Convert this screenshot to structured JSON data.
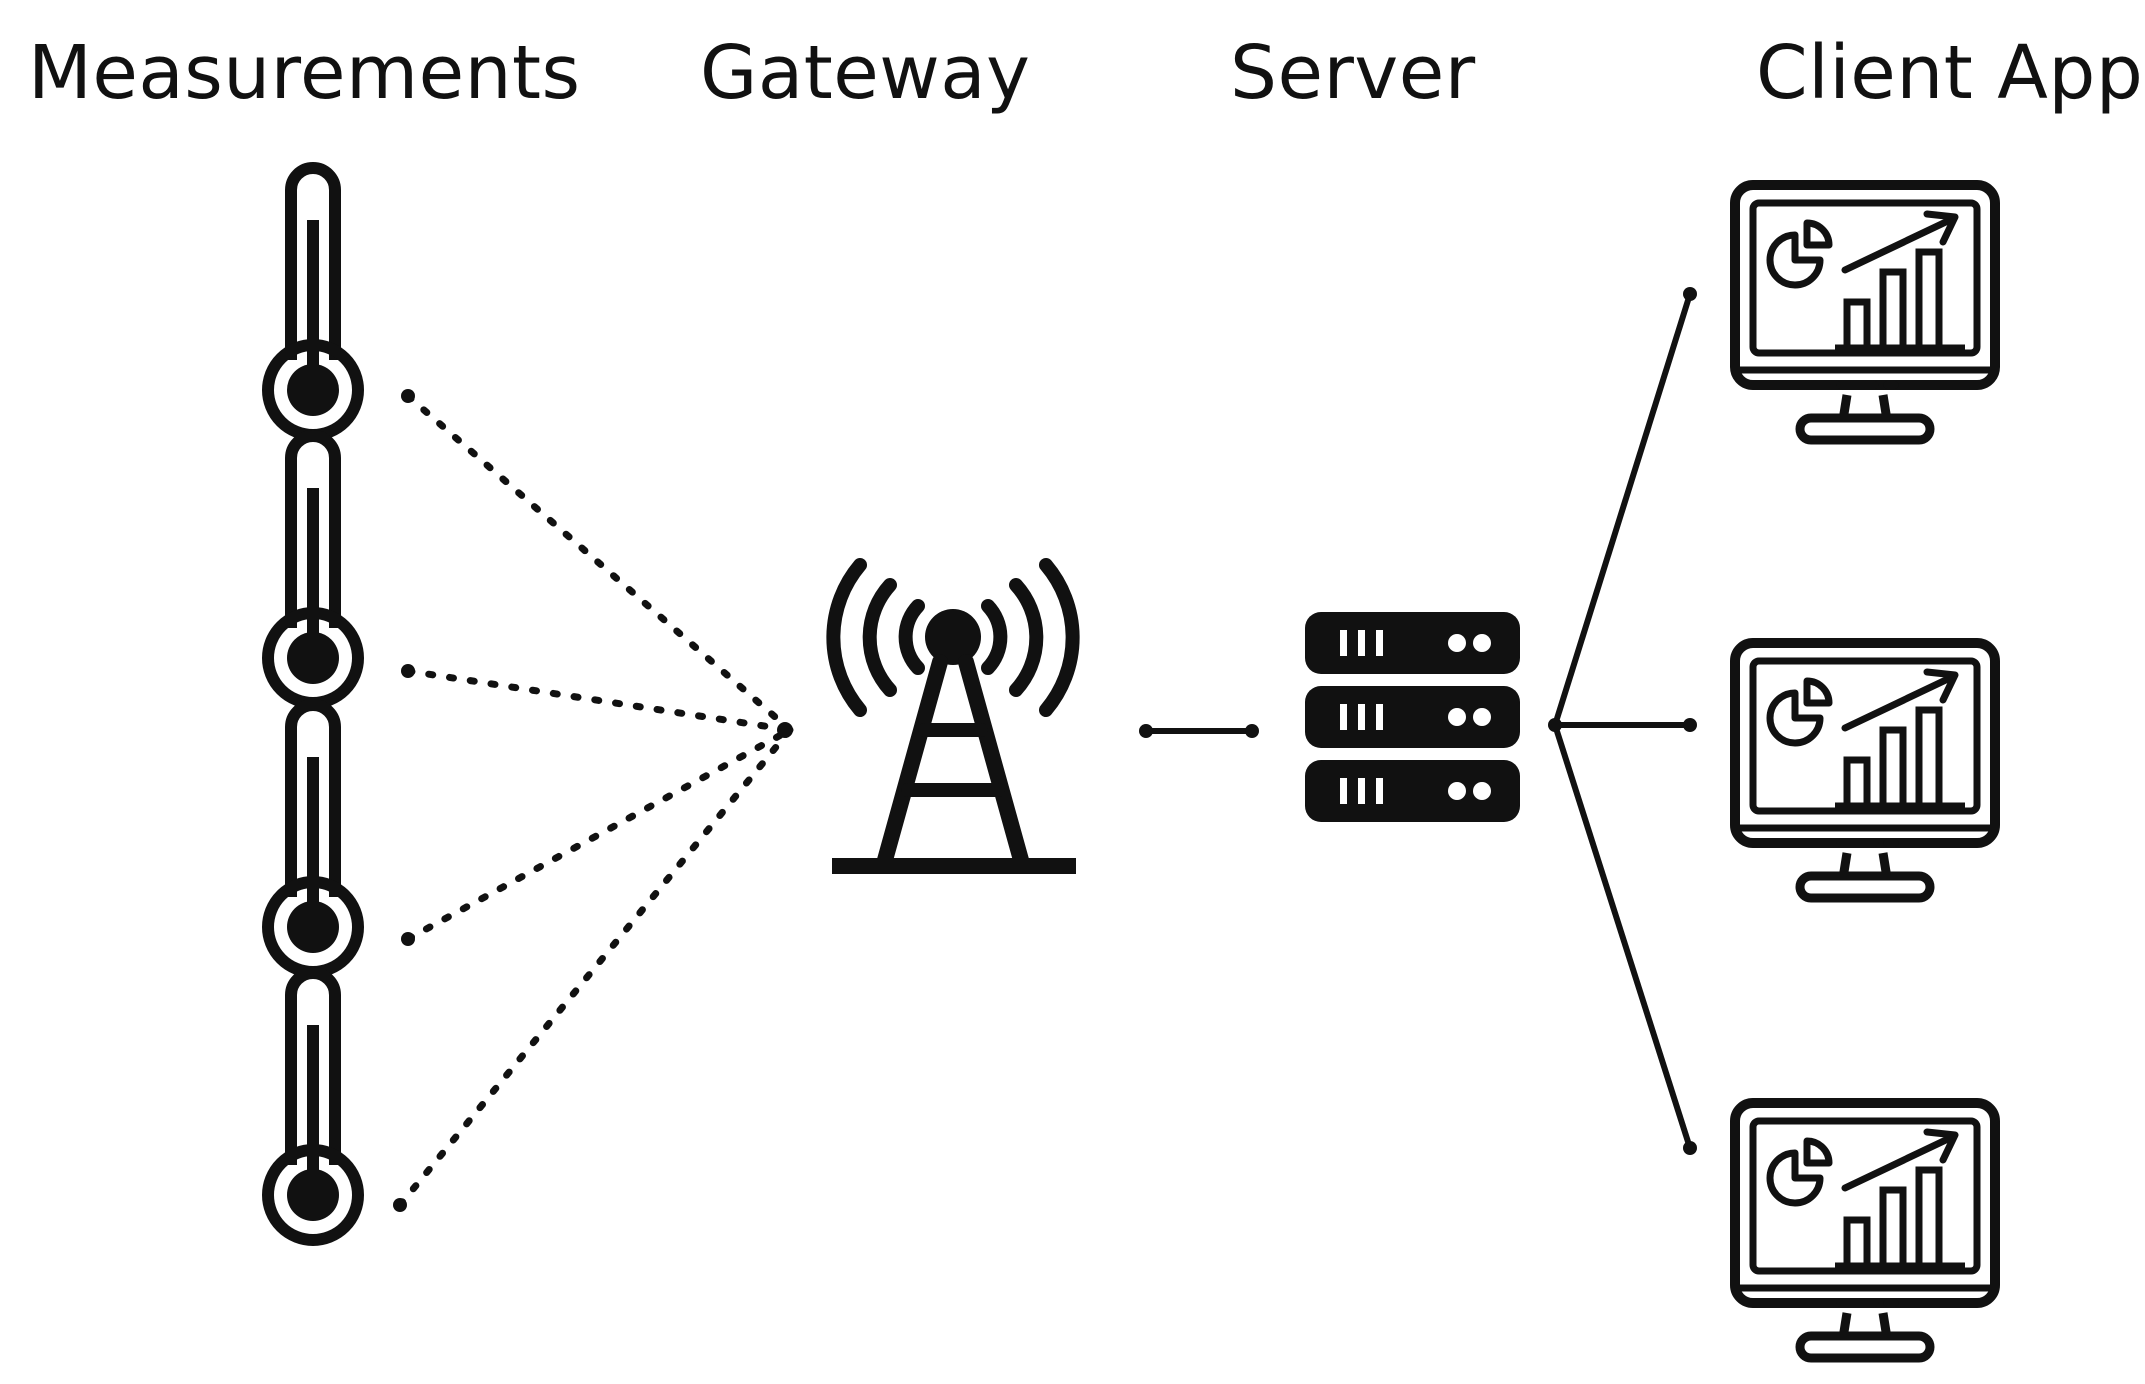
{
  "columns": {
    "measurements": "Measurements",
    "gateway": "Gateway",
    "server": "Server",
    "client_app": "Client App"
  },
  "colors": {
    "ink": "#111111",
    "background": "#ffffff"
  },
  "icons": {
    "sensor": "thermometer-icon",
    "gateway": "radio-tower-icon",
    "server": "server-rack-icon",
    "client": "monitor-dashboard-icon"
  }
}
